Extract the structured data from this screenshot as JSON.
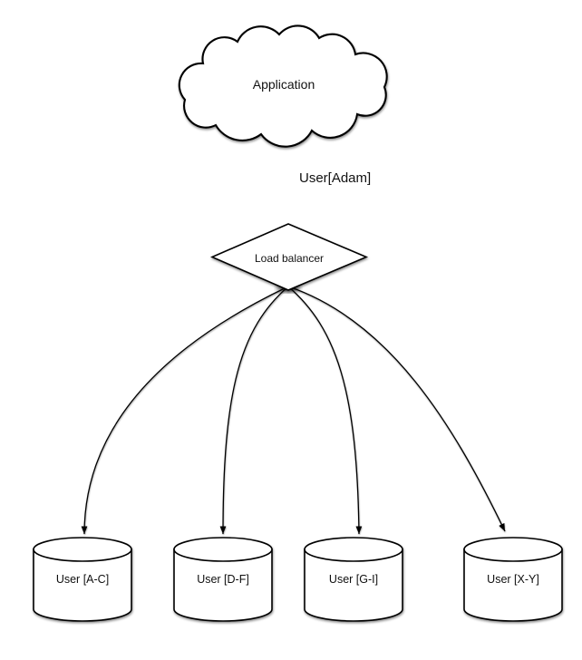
{
  "diagram": {
    "background": "#ffffff",
    "stroke_color": "#000000",
    "node_fill": "#ffffff",
    "text_color": "#111111",
    "cloud": {
      "label": "Application"
    },
    "flow_label": "User[Adam]",
    "load_balancer": {
      "label": "Load balancer"
    },
    "databases": [
      {
        "label": "User [A-C]"
      },
      {
        "label": "User [D-F]"
      },
      {
        "label": "User [G-I]"
      },
      {
        "label": "User [X-Y]"
      }
    ]
  }
}
